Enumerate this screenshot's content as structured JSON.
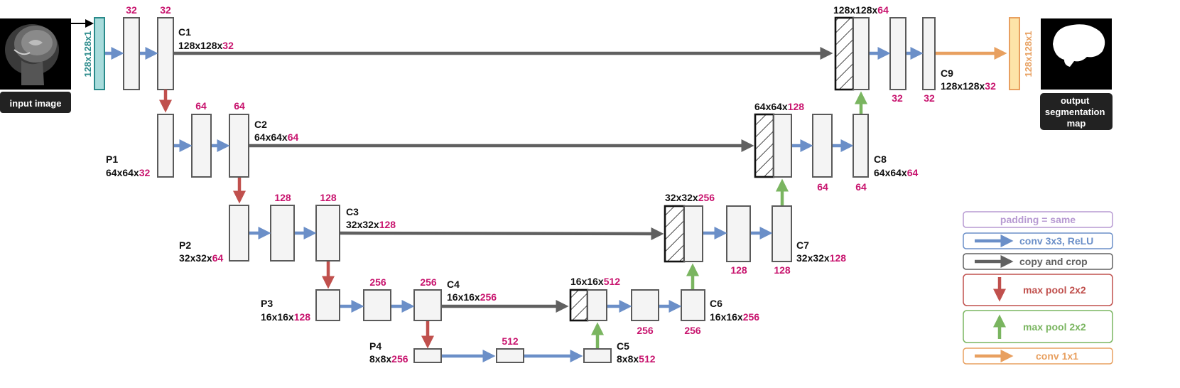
{
  "input": {
    "label": "input image",
    "size": "128x128x1"
  },
  "output": {
    "label_lines": [
      "output",
      "segmentation",
      "map"
    ],
    "size": "128x128x1"
  },
  "channels": {
    "c1a": "32",
    "c1b": "32",
    "c2a": "64",
    "c2b": "64",
    "c3a": "128",
    "c3b": "128",
    "c4a": "256",
    "c4b": "256",
    "c5": "512",
    "c6a": "256",
    "c6b": "256",
    "c7a": "128",
    "c7b": "128",
    "c8a": "64",
    "c8b": "64",
    "c9a": "32",
    "c9b": "32"
  },
  "stages": {
    "C1": {
      "name": "C1",
      "dims": "128x128x",
      "ch": "32"
    },
    "C2": {
      "name": "C2",
      "dims": "64x64x",
      "ch": "64"
    },
    "C3": {
      "name": "C3",
      "dims": "32x32x",
      "ch": "128"
    },
    "C4": {
      "name": "C4",
      "dims": "16x16x",
      "ch": "256"
    },
    "C5": {
      "name": "C5",
      "dims": "8x8x",
      "ch": "512"
    },
    "C6": {
      "name": "C6",
      "dims": "16x16x",
      "ch": "256"
    },
    "C7": {
      "name": "C7",
      "dims": "32x32x",
      "ch": "128"
    },
    "C8": {
      "name": "C8",
      "dims": "64x64x",
      "ch": "64"
    },
    "C9": {
      "name": "C9",
      "dims": "128x128x",
      "ch": "32"
    },
    "P1": {
      "name": "P1",
      "dims": "64x64x",
      "ch": "32"
    },
    "P2": {
      "name": "P2",
      "dims": "32x32x",
      "ch": "64"
    },
    "P3": {
      "name": "P3",
      "dims": "16x16x",
      "ch": "128"
    },
    "P4": {
      "name": "P4",
      "dims": "8x8x",
      "ch": "256"
    }
  },
  "concat": {
    "L1": {
      "dims": "128x128x",
      "ch": "64"
    },
    "L2": {
      "dims": "64x64x",
      "ch": "128"
    },
    "L3": {
      "dims": "32x32x",
      "ch": "256"
    },
    "L4": {
      "dims": "16x16x",
      "ch": "512"
    }
  },
  "legend": {
    "padding": "padding = same",
    "conv3": "conv 3x3, ReLU",
    "copy": "copy and crop",
    "maxpool_down": "max pool 2x2",
    "maxpool_up": "max pool 2x2",
    "conv1": "conv 1x1"
  },
  "colors": {
    "conv": "#6b8fc8",
    "copy": "#606060",
    "pool": "#c0504d",
    "up": "#7ab560",
    "conv1x1": "#e8a060",
    "padding": "#b79ad2",
    "channel_text": "#c8146e",
    "input_block": "#a8dcdc",
    "output_block": "#fde4a8"
  }
}
